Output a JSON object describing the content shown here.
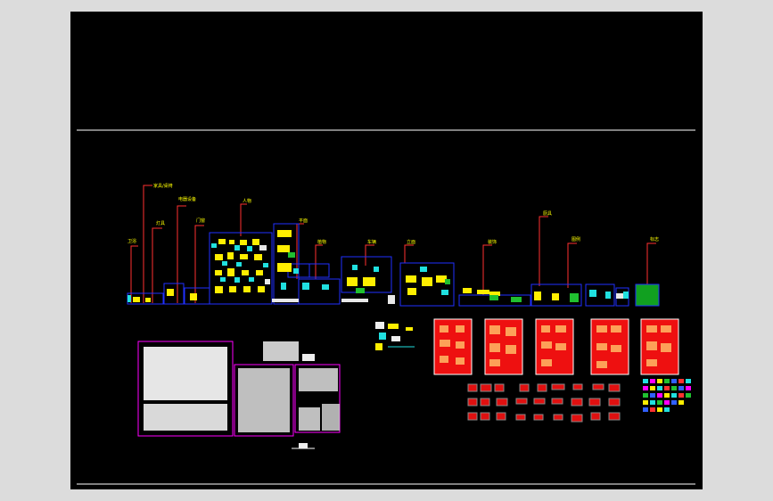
{
  "window": {
    "title": "CAD model space"
  },
  "labels": {
    "l1": "家具/桌椅",
    "l2": "灯具",
    "l3": "门窗",
    "l4": "电器设备",
    "l5": "卫浴",
    "l6": "人物",
    "l7": "平面",
    "l8": "植物",
    "l9": "车辆",
    "l10": "立面",
    "l11": "装饰",
    "l12": "厨具",
    "l13": "图例",
    "l14": "标志"
  },
  "colors": {
    "background": "#000000",
    "frame_line": "#ffffff",
    "leader": "#ff2020",
    "block_outline": "#2030ff",
    "magenta_frame": "#ff00ff",
    "red_sheet": "#ff0000"
  }
}
